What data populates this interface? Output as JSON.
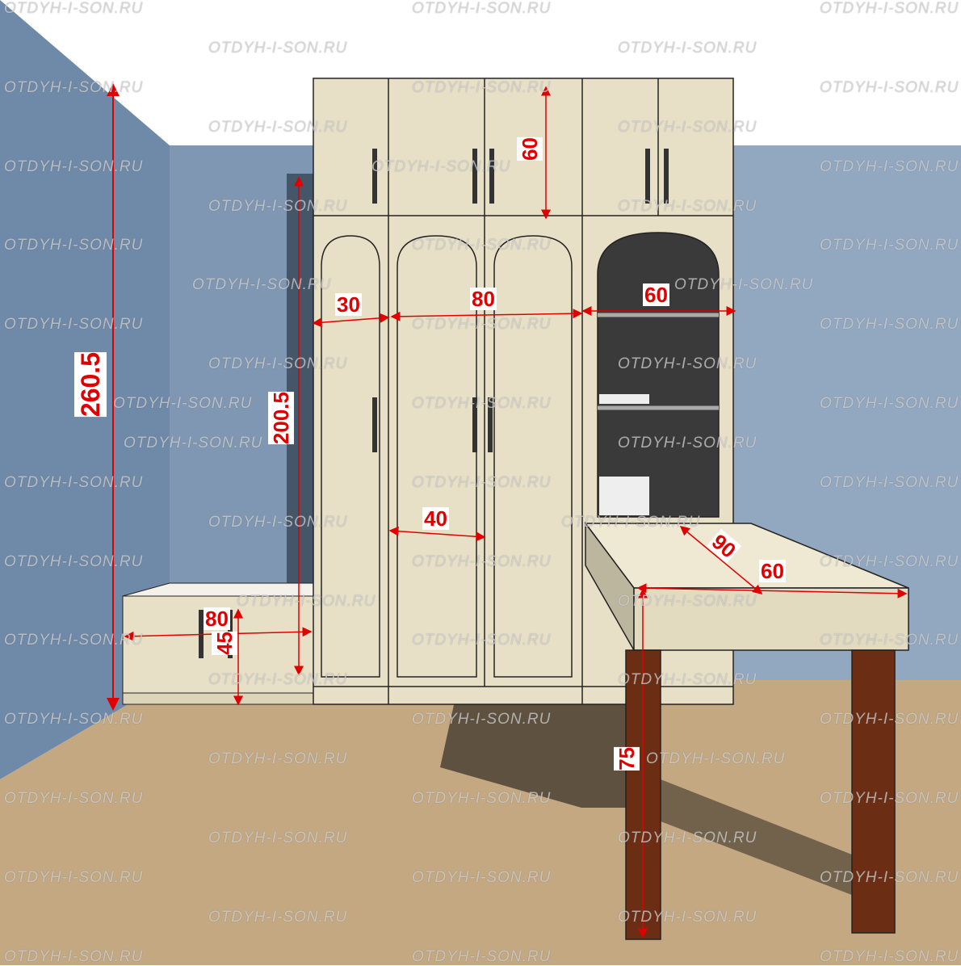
{
  "watermark": "OTDYH-I-SON.RU",
  "dimensions": {
    "total_height": "260.5",
    "wardrobe_height": "200.5",
    "top_cabinet_height": "60",
    "narrow_section_width": "30",
    "double_door_width": "80",
    "glass_cabinet_width": "60",
    "door_width": "40",
    "desk_length": "90",
    "desk_depth": "60",
    "bench_width": "80",
    "bench_height": "45",
    "desk_height": "75"
  },
  "colors": {
    "wall": "#7f97b3",
    "floor": "#c3a882",
    "furniture": "#e8e0c6",
    "dimension": "#e00000",
    "leg": "#6b2e14"
  }
}
